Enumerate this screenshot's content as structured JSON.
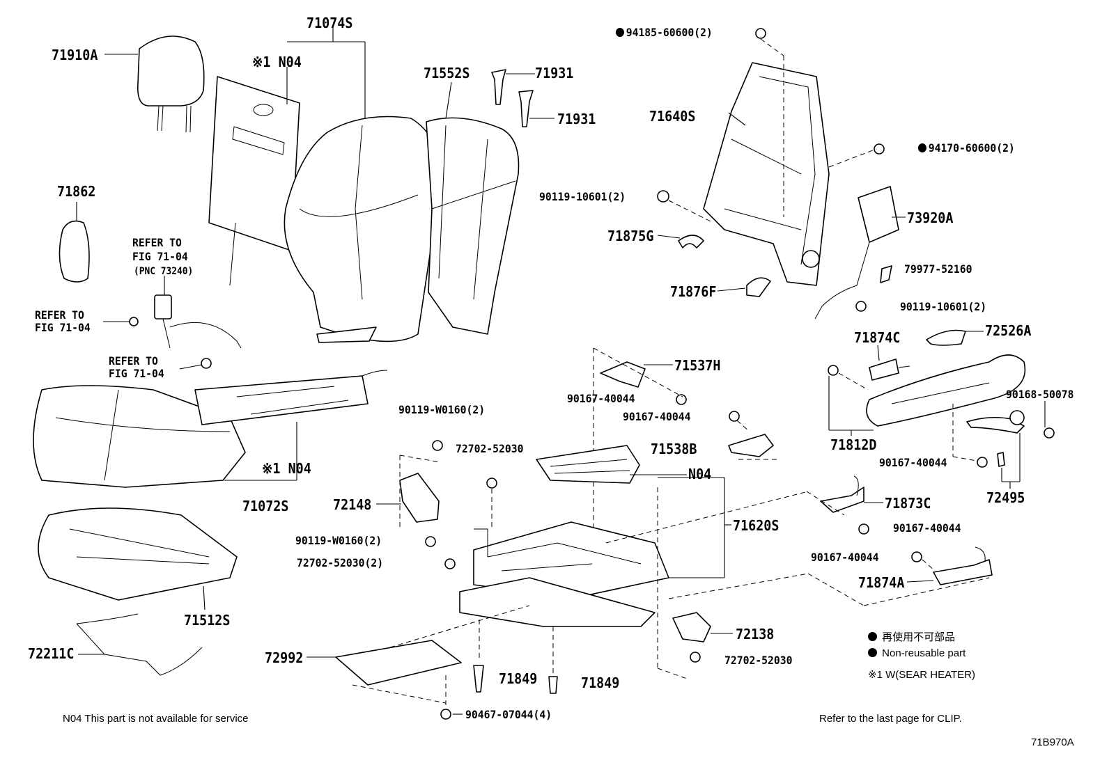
{
  "labels": {
    "p71074S": "71074S",
    "p71910A": "71910A",
    "p_n04_top": "※1 N04",
    "p71552S": "71552S",
    "p71931a": "71931",
    "p71931b": "71931",
    "p94185": "94185-60600(2)",
    "p71640S": "71640S",
    "p94170": "94170-60600(2)",
    "p90119_10601a": "90119-10601(2)",
    "p73920A": "73920A",
    "p71875G": "71875G",
    "p79977": "79977-52160",
    "p71876F": "71876F",
    "p90119_10601b": "90119-10601(2)",
    "p71862": "71862",
    "refer_top": "REFER TO",
    "refer_top2": "FIG 71-04",
    "refer_top3": "(PNC 73240)",
    "refer_mid": "REFER TO",
    "refer_mid2": "FIG 71-04",
    "refer_low": "REFER TO",
    "refer_low2": "FIG 71-04",
    "p71537H": "71537H",
    "p71874C": "71874C",
    "p72526A": "72526A",
    "p90167_a": "90167-40044",
    "p90167_b": "90167-40044",
    "p90168": "90168-50078",
    "p71538B": "71538B",
    "p71812D": "71812D",
    "p90119_w0160a": "90119-W0160(2)",
    "p72702_a": "72702-52030",
    "p_n04_mid": "N04",
    "p_n04_low": "※1 N04",
    "p71072S": "71072S",
    "p90167_c": "90167-40044",
    "p72495": "72495",
    "p72148": "72148",
    "p71873C": "71873C",
    "p71620S": "71620S",
    "p90167_d": "90167-40044",
    "p90119_w0160b": "90119-W0160(2)",
    "p72702_b": "72702-52030(2)",
    "p90167_e": "90167-40044",
    "p71874A": "71874A",
    "p71512S": "71512S",
    "p72138": "72138",
    "p72211C": "72211C",
    "p72992": "72992",
    "p72702_c": "72702-52030",
    "p71849a": "71849",
    "p71849b": "71849",
    "p90467": "90467-07044(4)"
  },
  "legend": {
    "jp_nonreusable": "再使用不可部品",
    "en_nonreusable": "Non-reusable part",
    "heater_note": "※1 W(SEAR HEATER)"
  },
  "footer": {
    "n04_note": "N04  This part is not available for service",
    "clip_note": "Refer to the last page for CLIP.",
    "diagram_id": "71B970A"
  }
}
